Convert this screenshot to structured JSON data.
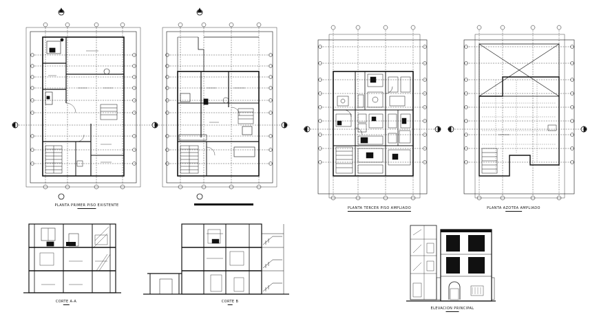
{
  "drawings": {
    "plan_1": {
      "title": "PLANTA PRIMER PISO EXISTENTE"
    },
    "plan_2": {
      "title": ""
    },
    "plan_3": {
      "title": "PLANTA TERCER PISO AMPLIADO"
    },
    "plan_4": {
      "title": "PLANTA AZOTEA AMPLIADO"
    },
    "section_a": {
      "title": "CORTE A-A"
    },
    "section_b": {
      "title": "CORTE B"
    },
    "elevation": {
      "title": "ELEVACION PRINCIPAL"
    }
  },
  "colors": {
    "line": "#111111",
    "background": "#ffffff",
    "fill_dark": "#111111",
    "fill_grey": "#bdbdbd"
  }
}
